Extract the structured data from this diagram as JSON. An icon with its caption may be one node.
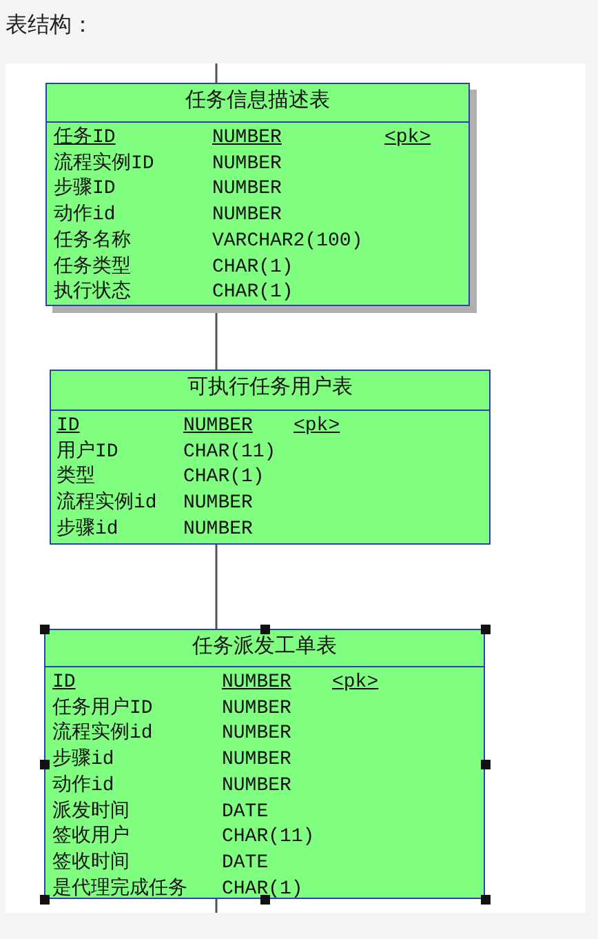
{
  "diagram": {
    "title": "表结构：",
    "nodes": [
      {
        "text": [
          "任务信息描述表",
          "任务ID",
          "NUMBER",
          "<pk>",
          "流程实例ID",
          "NUMBER",
          "步骤ID",
          "NUMBER",
          "动作id",
          "NUMBER",
          "任务名称",
          "VARCHAR2(100)",
          "任务类型",
          "CHAR(1)",
          "执行状态",
          "CHAR(1)"
        ]
      },
      {
        "text": [
          "可执行任务用户表",
          "ID",
          "NUMBER",
          "<pk>",
          "用户ID",
          "CHAR(11)",
          "类型",
          "CHAR(1)",
          "流程实例id",
          "NUMBER",
          "步骤id",
          "NUMBER"
        ]
      },
      {
        "text": [
          "任务派发工单表",
          "ID",
          "NUMBER",
          "<pk>",
          "任务用户ID",
          "NUMBER",
          "流程实例id",
          "NUMBER",
          "步骤id",
          "NUMBER",
          "动作id",
          "NUMBER",
          "派发时间",
          "DATE",
          "签收用户",
          "CHAR(11)",
          "签收时间",
          "DATE",
          "是代理完成任务",
          "CHAR(1)"
        ]
      }
    ],
    "edges": [
      {
        "from": null,
        "to": 0,
        "arrow": "none"
      },
      {
        "from": 0,
        "to": 1,
        "arrow": "none"
      },
      {
        "from": 1,
        "to": 2,
        "arrow": "none"
      },
      {
        "from": 2,
        "to": null,
        "arrow": "none"
      }
    ]
  }
}
